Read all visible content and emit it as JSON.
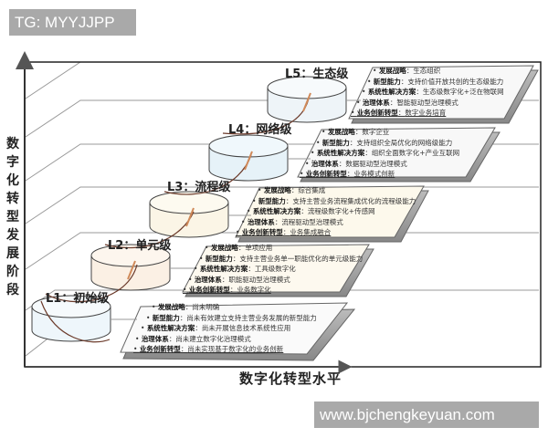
{
  "watermarks": {
    "top": "TG: MYYJJPP",
    "bottom": "www.bjchengkeyuan.com"
  },
  "axes": {
    "y_label": "数字化转型发展阶段",
    "x_label": "数字化转型水平"
  },
  "levels": [
    {
      "label": "L1：初始级",
      "fill": "#eef6fb",
      "items": [
        {
          "key": "发展战略",
          "value": "尚未明确"
        },
        {
          "key": "新型能力",
          "value": "尚未有效建立支持主营业务发展的新型能力"
        },
        {
          "key": "系统性解决方案",
          "value": "尚未开展信息技术系统性应用"
        },
        {
          "key": "治理体系",
          "value": "尚未建立数字化治理模式"
        },
        {
          "key": "业务创新转型",
          "value": "尚未实现基于数字化的业务创新"
        }
      ]
    },
    {
      "label": "L2：单元级",
      "fill": "#fbf0e4",
      "items": [
        {
          "key": "发展战略",
          "value": "单项应用"
        },
        {
          "key": "新型能力",
          "value": "支持主营业务单一职能优化的单元级能力"
        },
        {
          "key": "系统性解决方案",
          "value": "工具级数字化"
        },
        {
          "key": "治理体系",
          "value": "职能驱动型治理模式"
        },
        {
          "key": "业务创新转型",
          "value": "业务数字化"
        }
      ]
    },
    {
      "label": "L3：流程级",
      "fill": "#fbf5e6",
      "items": [
        {
          "key": "发展战略",
          "value": "综合集成"
        },
        {
          "key": "新型能力",
          "value": "支持主营业务流程集成优化的流程级能力"
        },
        {
          "key": "系统性解决方案",
          "value": "流程级数字化+传感网"
        },
        {
          "key": "治理体系",
          "value": "流程驱动型治理模式"
        },
        {
          "key": "业务创新转型",
          "value": "业务集成融合"
        }
      ]
    },
    {
      "label": "L4：网络级",
      "fill": "#e6f2f8",
      "items": [
        {
          "key": "发展战略",
          "value": "数字企业"
        },
        {
          "key": "新型能力",
          "value": "支持组织全局优化的网络级能力"
        },
        {
          "key": "系统性解决方案",
          "value": "组织全面数字化+产业互联网"
        },
        {
          "key": "治理体系",
          "value": "数据驱动型治理模式"
        },
        {
          "key": "业务创新转型",
          "value": "业务模式创新"
        }
      ]
    },
    {
      "label": "L5：生态级",
      "fill": "#eef4f8",
      "items": [
        {
          "key": "发展战略",
          "value": "生态组织"
        },
        {
          "key": "新型能力",
          "value": "支持价值开放共创的生态级能力"
        },
        {
          "key": "系统性解决方案",
          "value": "生态级数字化+泛在物联网"
        },
        {
          "key": "治理体系",
          "value": "智能驱动型治理模式"
        },
        {
          "key": "业务创新转型",
          "value": "数字业务培育"
        }
      ]
    }
  ]
}
